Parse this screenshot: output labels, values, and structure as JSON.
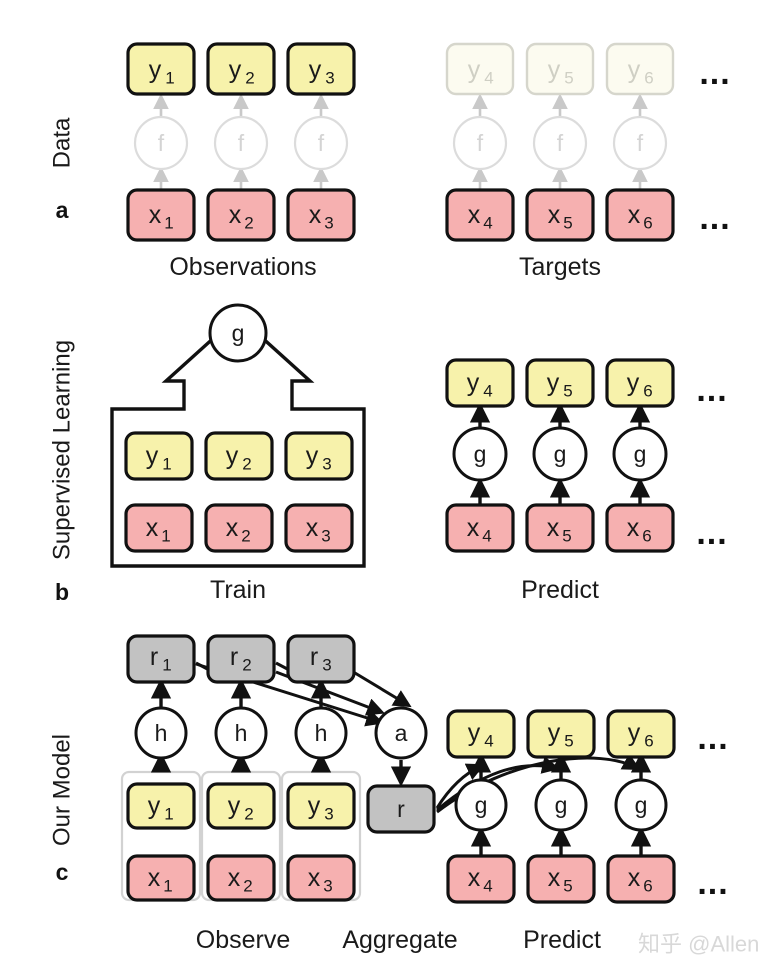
{
  "figure": {
    "title": "Neural Process model schematic",
    "watermark": "知乎 @Allen",
    "colors": {
      "y_fill": "#f7f2ab",
      "x_fill": "#f6b0b0",
      "r_fill": "#c2c2c2",
      "node_stroke": "#111111",
      "faded_fill": "#fcfbf0",
      "faded_stroke": "#d6d6cc",
      "group_stroke": "#d2d2d2",
      "background": "#ffffff"
    }
  },
  "panels": [
    {
      "letter": "a",
      "row_label": "Data",
      "captions": [
        "Observations",
        "Targets"
      ],
      "observations": {
        "y": [
          "y",
          "y",
          "y"
        ],
        "y_sub": [
          "1",
          "2",
          "3"
        ],
        "f": [
          "f",
          "f",
          "f"
        ],
        "x": [
          "x",
          "x",
          "x"
        ],
        "x_sub": [
          "1",
          "2",
          "3"
        ]
      },
      "targets": {
        "y": [
          "y",
          "y",
          "y"
        ],
        "y_sub": [
          "4",
          "5",
          "6"
        ],
        "f": [
          "f",
          "f",
          "f"
        ],
        "x": [
          "x",
          "x",
          "x"
        ],
        "x_sub": [
          "4",
          "5",
          "6"
        ]
      },
      "ellipsis": "..."
    },
    {
      "letter": "b",
      "row_label": "Supervised Learning",
      "captions": [
        "Train",
        "Predict"
      ],
      "train": {
        "g": "g",
        "y": [
          "y",
          "y",
          "y"
        ],
        "y_sub": [
          "1",
          "2",
          "3"
        ],
        "x": [
          "x",
          "x",
          "x"
        ],
        "x_sub": [
          "1",
          "2",
          "3"
        ]
      },
      "predict": {
        "y": [
          "y",
          "y",
          "y"
        ],
        "y_sub": [
          "4",
          "5",
          "6"
        ],
        "g": [
          "g",
          "g",
          "g"
        ],
        "x": [
          "x",
          "x",
          "x"
        ],
        "x_sub": [
          "4",
          "5",
          "6"
        ]
      },
      "ellipsis": "..."
    },
    {
      "letter": "c",
      "row_label": "Our Model",
      "captions": [
        "Observe",
        "Aggregate",
        "Predict"
      ],
      "observe": {
        "r": [
          "r",
          "r",
          "r"
        ],
        "r_sub": [
          "1",
          "2",
          "3"
        ],
        "h": [
          "h",
          "h",
          "h"
        ],
        "y": [
          "y",
          "y",
          "y"
        ],
        "y_sub": [
          "1",
          "2",
          "3"
        ],
        "x": [
          "x",
          "x",
          "x"
        ],
        "x_sub": [
          "1",
          "2",
          "3"
        ]
      },
      "aggregate": {
        "a": "a",
        "r": "r"
      },
      "predict": {
        "y": [
          "y",
          "y",
          "y"
        ],
        "y_sub": [
          "4",
          "5",
          "6"
        ],
        "g": [
          "g",
          "g",
          "g"
        ],
        "x": [
          "x",
          "x",
          "x"
        ],
        "x_sub": [
          "4",
          "5",
          "6"
        ]
      },
      "ellipsis": "..."
    }
  ]
}
